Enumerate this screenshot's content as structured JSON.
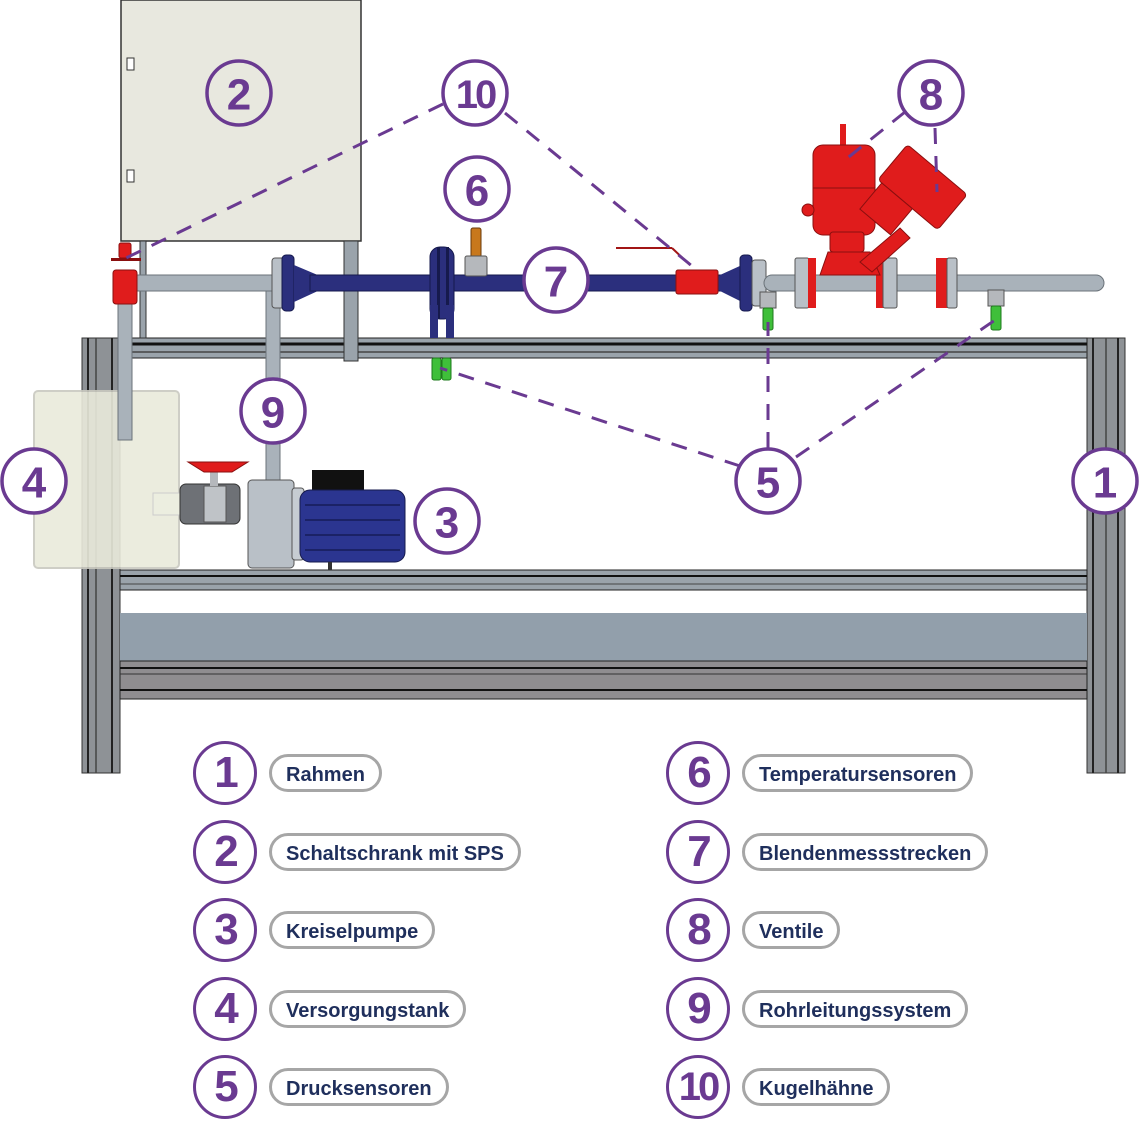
{
  "diagram": {
    "title": "Pipe flow test rig",
    "colors": {
      "accent": "#6a3a91",
      "label_text": "#1f2f5c",
      "label_border": "#a6a6a6",
      "frame": "#8e9296",
      "pipe_grey": "#a9b2ba",
      "pipe_blue": "#2b2f7d",
      "valve_red": "#e01c1c",
      "sensor_green": "#3fbf3a",
      "cabinet": "#e8e8df",
      "tank": "#e9eadb"
    },
    "callouts": [
      {
        "id": 1,
        "text": "1",
        "target": "Rahmen"
      },
      {
        "id": 2,
        "text": "2",
        "target": "Schaltschrank mit SPS"
      },
      {
        "id": 3,
        "text": "3",
        "target": "Kreiselpumpe"
      },
      {
        "id": 4,
        "text": "4",
        "target": "Versorgungstank"
      },
      {
        "id": 5,
        "text": "5",
        "target": "Drucksensoren"
      },
      {
        "id": 6,
        "text": "6",
        "target": "Temperatursensoren"
      },
      {
        "id": 7,
        "text": "7",
        "target": "Blendenmessstrecken"
      },
      {
        "id": 8,
        "text": "8",
        "target": "Ventile"
      },
      {
        "id": 9,
        "text": "9",
        "target": "Rohrleitungssystem"
      },
      {
        "id": 10,
        "text": "10",
        "target": "Kugelhähne"
      }
    ]
  },
  "legend": {
    "left": [
      {
        "number": "1",
        "label": "Rahmen"
      },
      {
        "number": "2",
        "label": "Schaltschrank mit SPS"
      },
      {
        "number": "3",
        "label": "Kreiselpumpe"
      },
      {
        "number": "4",
        "label": "Versorgungstank"
      },
      {
        "number": "5",
        "label": "Drucksensoren"
      }
    ],
    "right": [
      {
        "number": "6",
        "label": "Temperatursensoren"
      },
      {
        "number": "7",
        "label": "Blendenmessstrecken"
      },
      {
        "number": "8",
        "label": "Ventile"
      },
      {
        "number": "9",
        "label": "Rohrleitungssystem"
      },
      {
        "number": "10",
        "label": "Kugelhähne"
      }
    ]
  }
}
